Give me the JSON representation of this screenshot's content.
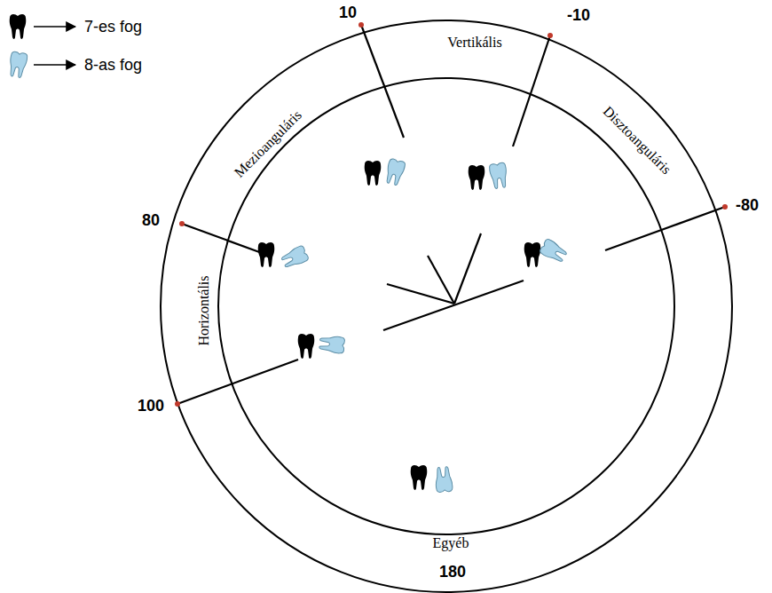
{
  "diagram": {
    "labels": [
      "10",
      "-10",
      "Vertikális",
      "Mezioanguláris",
      "Disztoanguláris",
      "80",
      "-80",
      "Horizontális",
      "100",
      "Egyéb",
      "180"
    ],
    "legend": [
      {
        "text": "7-es fog"
      },
      {
        "text": "8-as fog"
      }
    ]
  }
}
